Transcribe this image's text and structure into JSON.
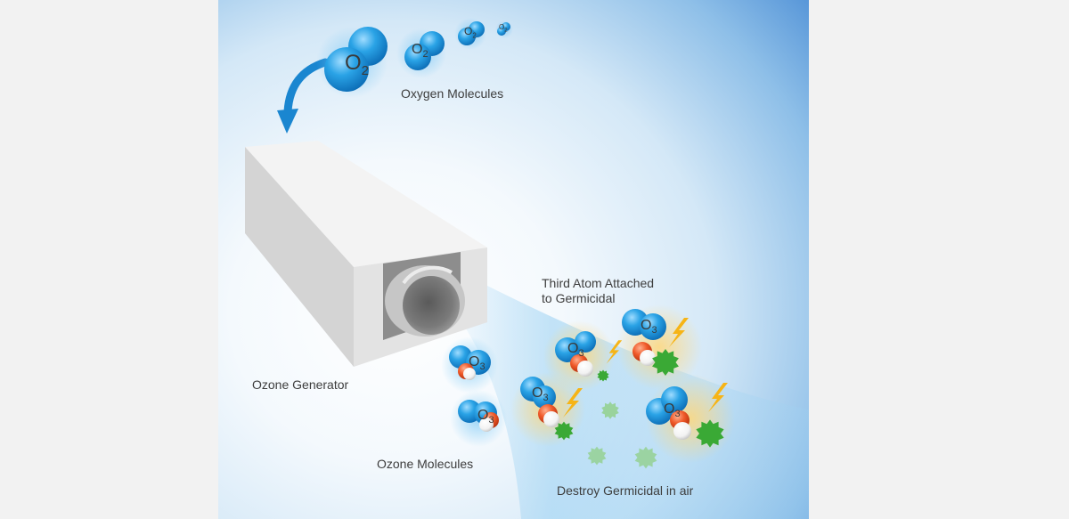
{
  "labels": {
    "oxygen_molecules": "Oxygen Molecules",
    "ozone_generator": "Ozone Generator",
    "third_atom_line1": "Third Atom Attached",
    "third_atom_line2": "to Germicidal",
    "ozone_molecules": "Ozone Molecules",
    "destroy_germicidal": "Destroy Germicidal in air"
  },
  "formulas": {
    "oxygen": "O",
    "oxygen_sub": "2",
    "ozone": "O",
    "ozone_sub": "3"
  },
  "colors": {
    "oxygen_atom": "#2aa3e6",
    "ozone_extra_atom": "#f05a2a",
    "germ": "#3aa935",
    "lightning": "#f6b416",
    "arrow": "#1a86d0",
    "generator_body": "#dcdcdc"
  },
  "icons": [
    "curved-arrow-icon",
    "lightning-icon",
    "germ-icon"
  ]
}
